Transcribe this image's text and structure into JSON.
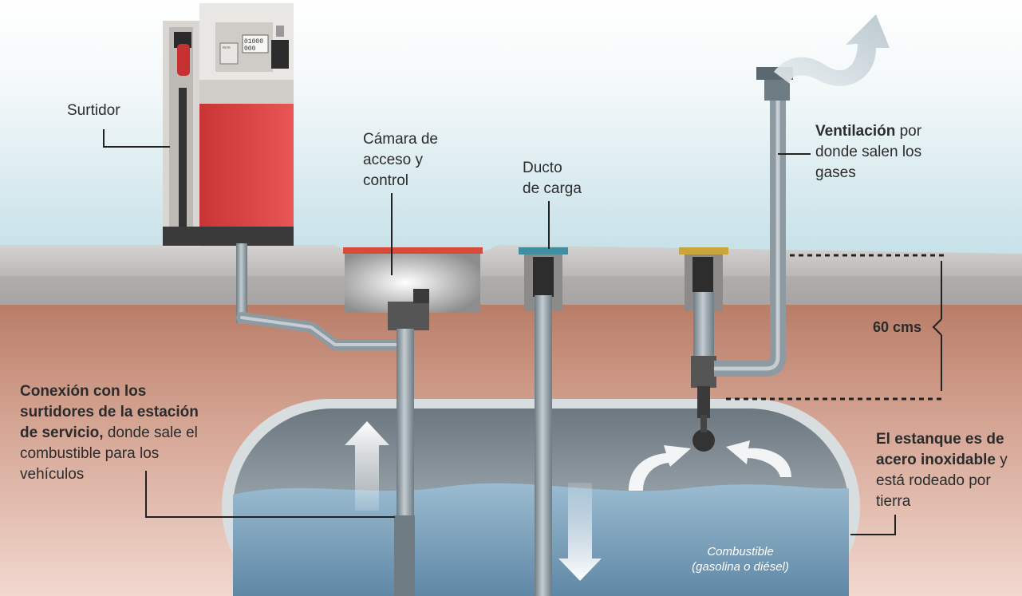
{
  "labels": {
    "surtidor": "Surtidor",
    "camara": [
      "Cámara de",
      "acceso y",
      "control"
    ],
    "ducto": [
      "Ducto",
      "de carga"
    ],
    "ventilacion": {
      "bold": "Ventilación",
      "rest1": " por",
      "line2": "donde salen los",
      "line3": "gases"
    },
    "depth": "60 cms",
    "conexion": {
      "bold1": "Conexión con los",
      "bold2": "surtidores de la estación",
      "bold3": "de servicio,",
      "rest3": " donde sale el",
      "line4": "combustible para los",
      "line5": "vehículos"
    },
    "estanque": {
      "bold1": "El estanque es de",
      "bold2": "acero inoxidable",
      "rest2": " y",
      "line3": "está rodeado por",
      "line4": "tierra"
    },
    "combustible": [
      "Combustible",
      "(gasolina o diésel)"
    ]
  },
  "dispenser_display": {
    "screen_line1": "01000",
    "screen_line2": "000",
    "keypad_label": "PETR"
  },
  "colors": {
    "sky": "#c9e3ea",
    "ground": "#c9957f",
    "soil_dark": "#a8705a",
    "concrete": "#b9b9b9",
    "tank_steel": "#8e9aa3",
    "fuel": "#7fa6c0",
    "pipe": "#8c9aa2",
    "dispenser_red": "#e04040",
    "access_lid": "#d84a3a",
    "fill_cap": "#3f8fa0",
    "vent_cap": "#c9a53a",
    "leader": "#222222"
  }
}
